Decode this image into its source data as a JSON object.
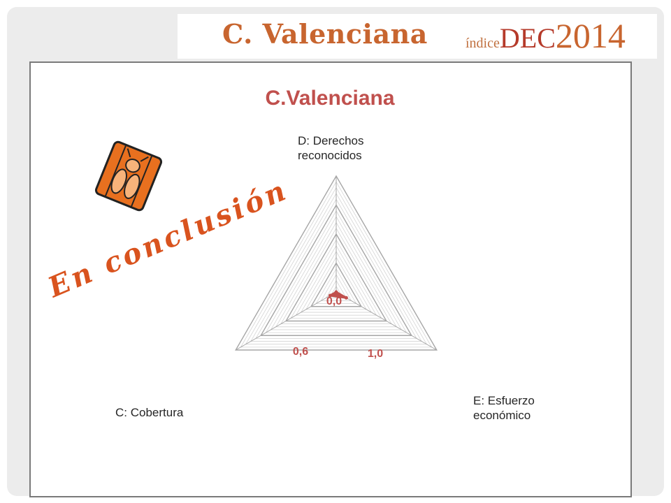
{
  "header": {
    "title": "C. Valenciana",
    "logo_prefix": "índice",
    "logo_dec": "DEC",
    "logo_year": "2014"
  },
  "overlay": {
    "conclusion": "En conclusión",
    "badge_icon": "bee-icon"
  },
  "chart_data": {
    "type": "radar",
    "title": "C.Valenciana",
    "axes": [
      {
        "label_lines": [
          "D: Derechos",
          "reconocidos"
        ],
        "value": 0.0,
        "value_label": "0,0"
      },
      {
        "label_lines": [
          "E: Esfuerzo",
          "económico"
        ],
        "value": 1.0,
        "value_label": "1,0"
      },
      {
        "label_lines": [
          "C: Cobertura"
        ],
        "value": 0.6,
        "value_label": "0,6"
      }
    ],
    "rlim": [
      0,
      10
    ],
    "major_rings": [
      2.5,
      5,
      7.5,
      10
    ],
    "minor_rings": 20,
    "colors": {
      "series": "#c0504d",
      "grid_major": "#a6a6a6",
      "grid_minor": "#d4d4d4",
      "title": "#c0504d"
    }
  }
}
